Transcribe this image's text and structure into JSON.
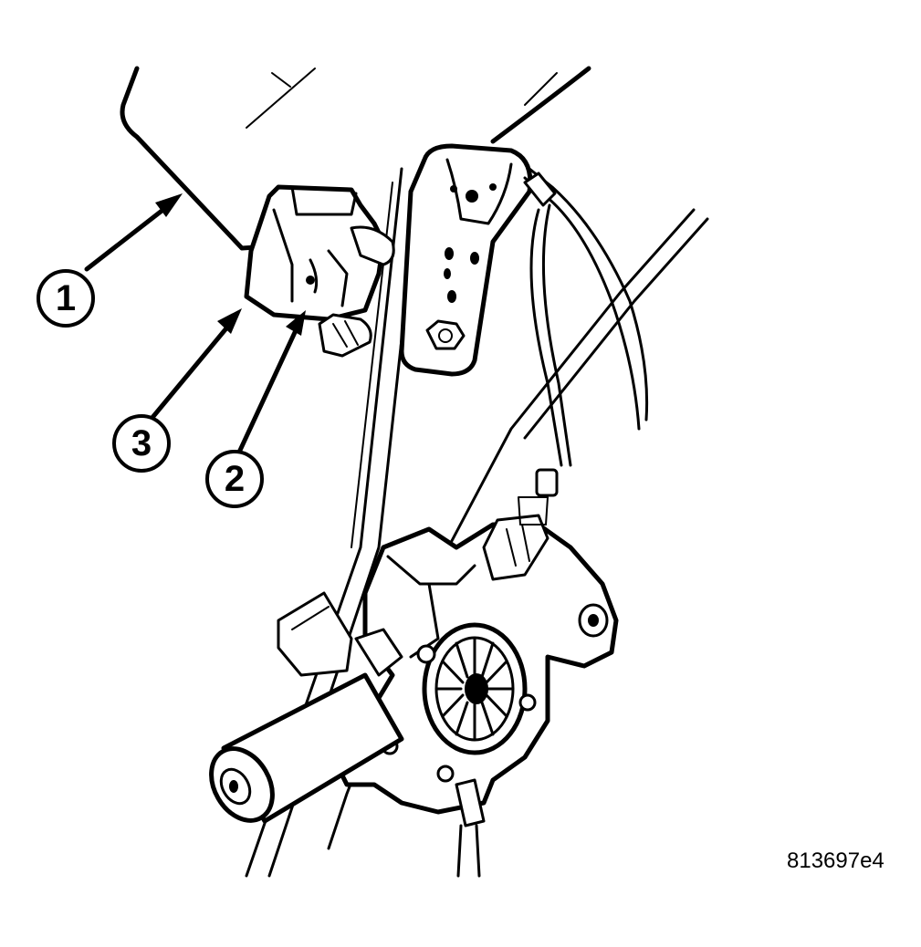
{
  "callouts": [
    {
      "id": "callout-1",
      "label": "1"
    },
    {
      "id": "callout-2",
      "label": "2"
    },
    {
      "id": "callout-3",
      "label": "3"
    }
  ],
  "figure_id": "813697e4",
  "colors": {
    "ink": "#000000",
    "background": "#ffffff"
  }
}
